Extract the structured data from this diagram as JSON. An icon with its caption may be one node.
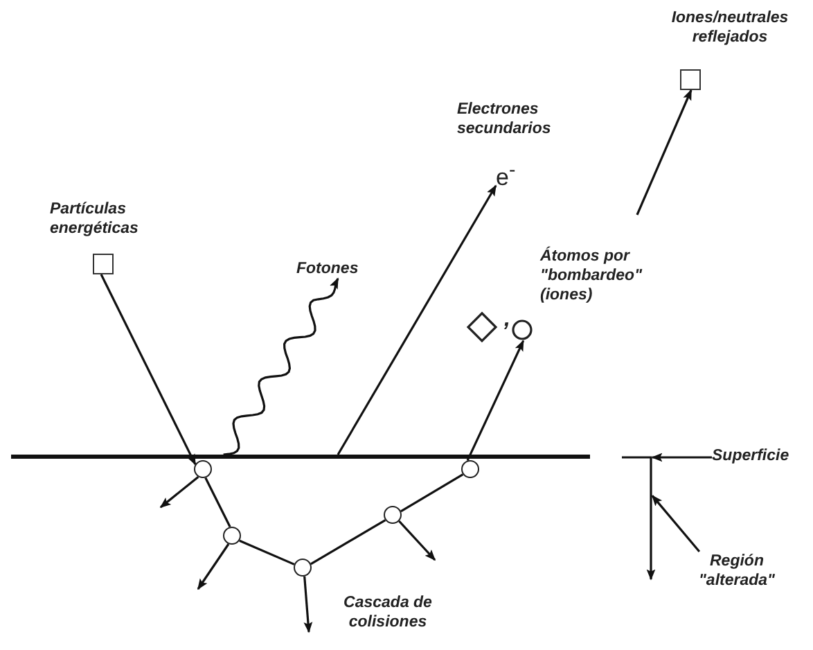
{
  "diagram": {
    "nodes": [
      {
        "text": [
          "Partículas energéticas"
        ]
      },
      {
        "text": [
          "Fotones"
        ]
      },
      {
        "text": [
          "Electrones secundarios",
          "e$^{-}$"
        ]
      },
      {
        "text": [
          "Iones/neutrales reflejados"
        ]
      },
      {
        "text": [
          "Átomos por \"bombardeo\" (iones)"
        ]
      },
      {
        "text": [],
        "shape": "line"
      },
      {
        "text": [],
        "shape": "circle"
      },
      {
        "text": [],
        "shape": "circle"
      },
      {
        "text": [],
        "shape": "circle"
      },
      {
        "text": [],
        "shape": "circle"
      },
      {
        "text": [],
        "shape": "circle"
      },
      {
        "text": [
          "Superficie"
        ]
      },
      {
        "text": [
          "Región \"alterada\""
        ]
      },
      {
        "text": [],
        "shape": "bracket"
      }
    ],
    "edges": [
      {
        "from": 0,
        "to": 6,
        "arrow": "to"
      },
      {
        "from": 5,
        "to": 1,
        "arrow": "to"
      },
      {
        "from": 5,
        "to": 2,
        "arrow": "to"
      },
      {
        "from": 10,
        "to": 4,
        "arrow": "to"
      },
      {
        "from": null,
        "to": 3,
        "arrow": "to"
      },
      {
        "from": 6,
        "to": 7,
        "arrow": "none"
      },
      {
        "from": 7,
        "to": 8,
        "arrow": "none"
      },
      {
        "from": 8,
        "to": 9,
        "arrow": "none"
      },
      {
        "from": 9,
        "to": 10,
        "arrow": "none"
      },
      {
        "from": 6,
        "to": null,
        "arrow": "to"
      },
      {
        "from": 7,
        "to": null,
        "arrow": "to"
      },
      {
        "from": 8,
        "to": null,
        "arrow": "to"
      },
      {
        "from": 9,
        "to": null,
        "arrow": "to"
      },
      {
        "from": 11,
        "to": 13,
        "arrow": "to"
      },
      {
        "from": 12,
        "to": 13,
        "arrow": "to"
      }
    ],
    "labels": [
      ",",
      "Cascada de colisiones"
    ]
  }
}
